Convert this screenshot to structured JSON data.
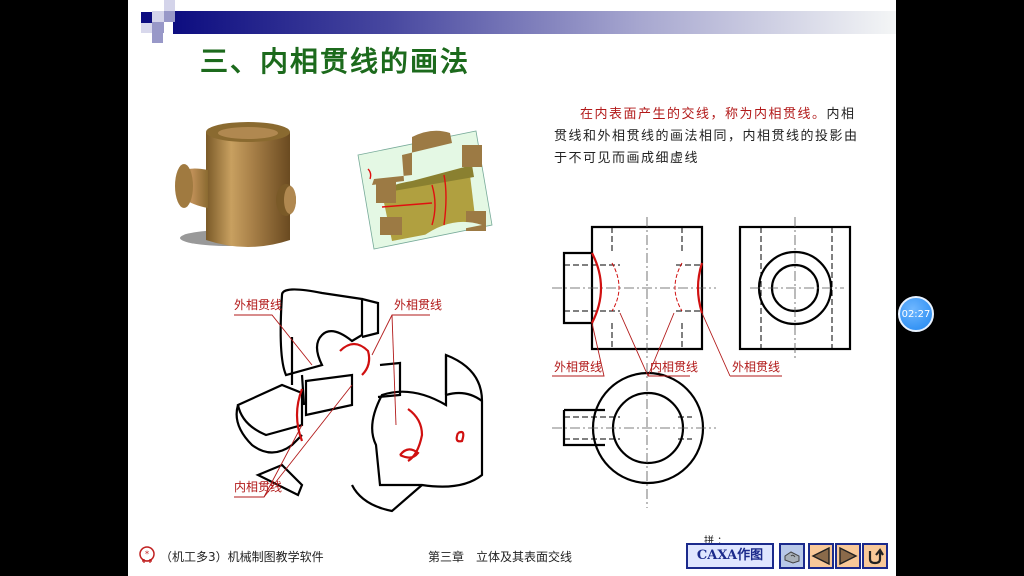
{
  "slide": {
    "title": "三、内相贯线的画法",
    "description": {
      "highlight": "在内表面产生的交线，称为内相贯线。",
      "rest": "内相贯线和外相贯线的画法相同，内相贯线的投影由于不可见而画成细虚线"
    },
    "labels": {
      "outer_intersection": "外相贯线",
      "inner_intersection": "内相贯线"
    }
  },
  "footer": {
    "software_name": "（机工多3）机械制图教学软件",
    "chapter": "第三章　立体及其表面交线"
  },
  "navigation": {
    "caxa_label": "CAXA作图",
    "ime_indicator": "拼 ：",
    "buttons": [
      "model-view",
      "previous",
      "next",
      "return"
    ]
  },
  "overlay": {
    "timer": "02:27"
  },
  "colors": {
    "title_green": "#1c6a1c",
    "annotation_red": "#b21a1a",
    "bronze": "#a07a40",
    "header_blue": "#0d0d80"
  }
}
